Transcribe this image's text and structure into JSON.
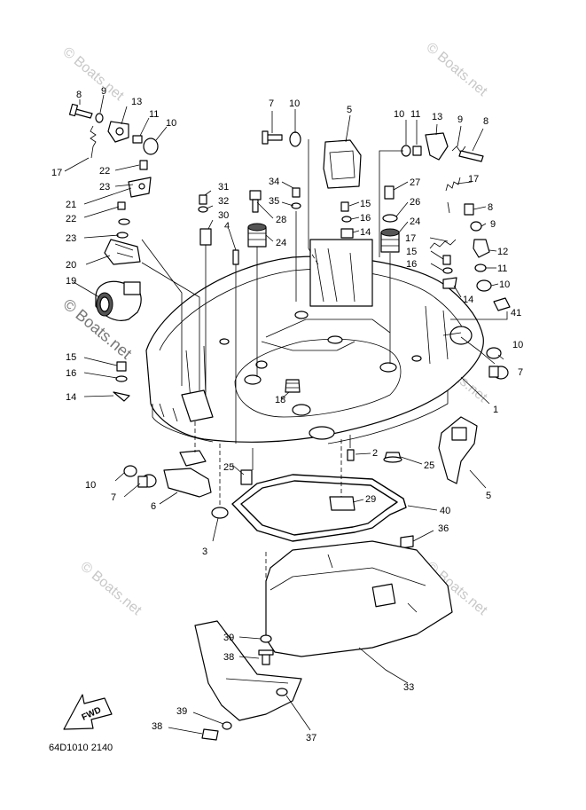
{
  "diagram_code": "64D1010 2140",
  "fwd_label": "FWD",
  "watermark": "© Boats.net",
  "callouts": {
    "c1": "1",
    "c2": "2",
    "c3": "3",
    "c5a": "5",
    "c5b": "5",
    "c6": "6",
    "c7a": "7",
    "c7b": "7",
    "c7c": "7",
    "c8a": "8",
    "c8b": "8",
    "c8c": "8",
    "c9a": "9",
    "c9b": "9",
    "c9c": "9",
    "c10a": "10",
    "c10b": "10",
    "c10c": "10",
    "c10d": "10",
    "c10e": "10",
    "c10f": "10",
    "c11a": "11",
    "c11b": "11",
    "c11c": "11",
    "c12": "12",
    "c13a": "13",
    "c13b": "13",
    "c14a": "14",
    "c14b": "14",
    "c14c": "14",
    "c15a": "15",
    "c15b": "15",
    "c15c": "15",
    "c16a": "16",
    "c16b": "16",
    "c16c": "16",
    "c17a": "17",
    "c17b": "17",
    "c17c": "17",
    "c18": "18",
    "c19": "19",
    "c20": "20",
    "c21": "21",
    "c22a": "22",
    "c22b": "22",
    "c23a": "23",
    "c23b": "23",
    "c24a": "24",
    "c24b": "24",
    "c25a": "25",
    "c25b": "25",
    "c26": "26",
    "c27": "27",
    "c28": "28",
    "c29": "29",
    "c30": "30",
    "c31": "31",
    "c32": "32",
    "c33": "33",
    "c34": "34",
    "c35": "35",
    "c36": "36",
    "c37": "37",
    "c38a": "38",
    "c38b": "38",
    "c39a": "39",
    "c39b": "39",
    "c40": "40",
    "c41": "41",
    "c4": "4"
  }
}
